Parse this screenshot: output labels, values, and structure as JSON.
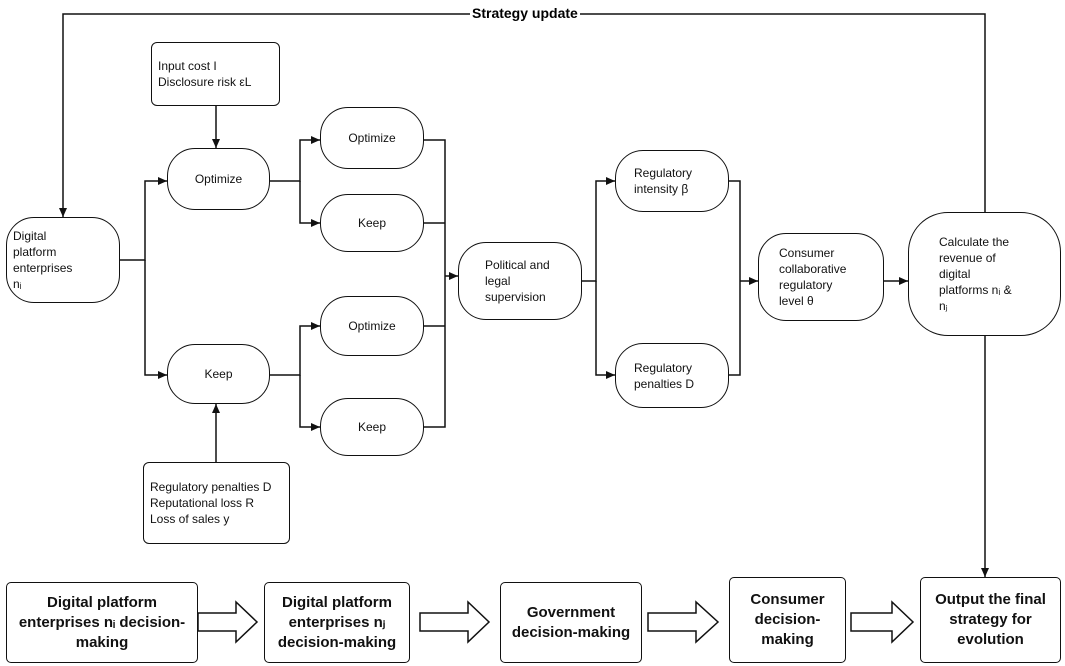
{
  "title": "Strategy update",
  "top_input": {
    "line1": "Input cost I",
    "line2": "Disclosure risk εL"
  },
  "bottom_input": {
    "line1": "Regulatory penalties D",
    "line2": "Reputational loss R",
    "line3": "Loss of sales y"
  },
  "digital_platform": {
    "line1": "Digital",
    "line2": "platform",
    "line3": "enterprises",
    "line4": "nᵢ"
  },
  "ni_optimize": "Optimize",
  "ni_keep": "Keep",
  "nj_optimize_1": "Optimize",
  "nj_keep_1": "Keep",
  "nj_optimize_2": "Optimize",
  "nj_keep_2": "Keep",
  "political": {
    "line1": "Political and",
    "line2": "legal",
    "line3": "supervision"
  },
  "reg_intensity": {
    "line1": "Regulatory",
    "line2": "intensity β"
  },
  "reg_penalties": {
    "line1": "Regulatory",
    "line2": "penalties D"
  },
  "consumer": {
    "line1": "Consumer",
    "line2": "collaborative",
    "line3": "regulatory",
    "line4": "level θ"
  },
  "calculate": {
    "line1": "Calculate the",
    "line2": "revenue of",
    "line3": "digital",
    "line4": "platforms nᵢ &",
    "line5": "nⱼ"
  },
  "flow": [
    {
      "line1": "Digital platform",
      "line2": "enterprises nᵢ decision-",
      "line3": "making"
    },
    {
      "line1": "Digital platform",
      "line2": "enterprises nⱼ",
      "line3": "decision-making"
    },
    {
      "line1": "Government",
      "line2": "decision-making"
    },
    {
      "line1": "Consumer",
      "line2": "decision-",
      "line3": "making"
    },
    {
      "line1": "Output the final",
      "line2": "strategy for",
      "line3": "evolution"
    }
  ]
}
